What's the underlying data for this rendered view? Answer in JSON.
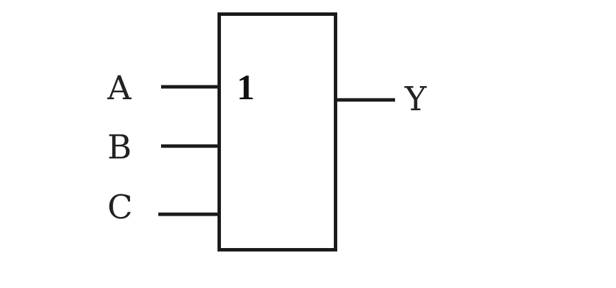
{
  "gate": {
    "symbol": "1",
    "inputs": [
      "A",
      "B",
      "C"
    ],
    "output": "Y"
  },
  "colors": {
    "line": "#1a1a1a",
    "text": "#222222"
  }
}
